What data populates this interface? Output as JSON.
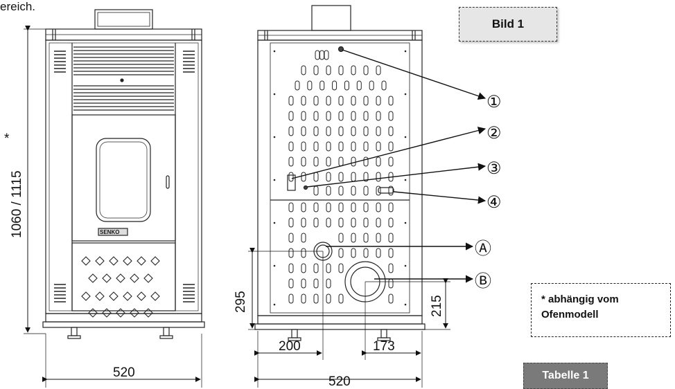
{
  "intro_fragment": "ereich.",
  "label_box_top": "Bild 1",
  "label_box_bottom": "Tabelle 1",
  "note": {
    "line1": "* abhängig vom",
    "line2": "Ofenmodell"
  },
  "brand_plate": "SENKO",
  "front_view": {
    "height_label": "1060 / 1115",
    "asterisk": "*",
    "width_label": "520"
  },
  "rear_view": {
    "width_label": "520",
    "offset_a_label": "200",
    "offset_b_label": "173",
    "height_a_label": "295",
    "height_b_label": "215"
  },
  "callouts": {
    "c1": "①",
    "c2": "②",
    "c3": "③",
    "c4": "④",
    "cA": "Ⓐ",
    "cB": "Ⓑ"
  }
}
